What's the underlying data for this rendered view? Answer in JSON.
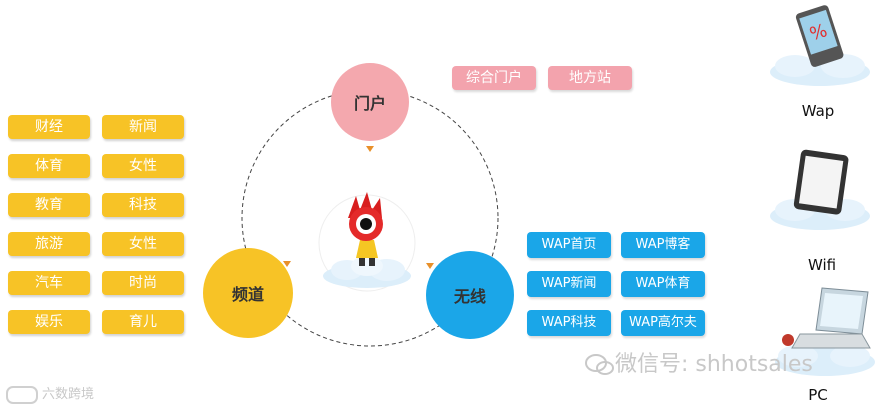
{
  "nodes": {
    "portal": "门户",
    "channel": "频道",
    "wireless": "无线"
  },
  "portal_tags": [
    "综合门户",
    "地方站"
  ],
  "channel_tags": [
    [
      "财经",
      "新闻"
    ],
    [
      "体育",
      "女性"
    ],
    [
      "教育",
      "科技"
    ],
    [
      "旅游",
      "女性"
    ],
    [
      "汽车",
      "时尚"
    ],
    [
      "娱乐",
      "育儿"
    ]
  ],
  "wireless_tags": [
    [
      "WAP首页",
      "WAP博客"
    ],
    [
      "WAP新闻",
      "WAP体育"
    ],
    [
      "WAP科技",
      "WAP高尔夫"
    ]
  ],
  "devices": [
    "Wap",
    "Wifi",
    "PC"
  ],
  "watermark_left": "六数跨境",
  "watermark_right": "微信号: shhotsales",
  "colors": {
    "portal": "#f4a8ae",
    "channel": "#f7c326",
    "wireless": "#1ba6e8",
    "dashed": "#444444"
  }
}
